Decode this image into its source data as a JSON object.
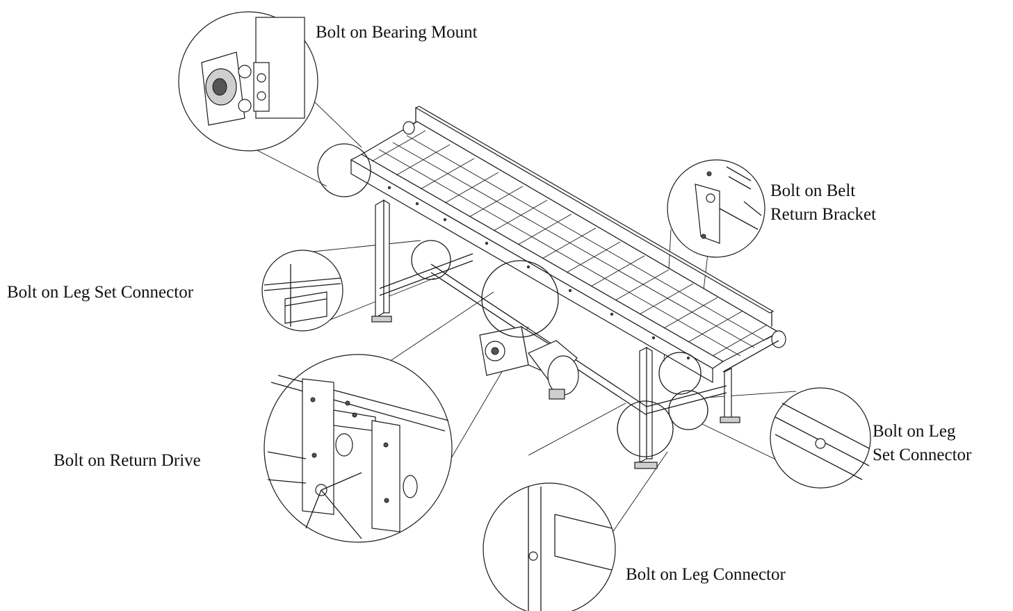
{
  "callouts": {
    "bearing_mount": "Bolt on Bearing Mount",
    "belt_return_line1": "Bolt on Belt",
    "belt_return_line2": "Return Bracket",
    "leg_set_connector_left": "Bolt on Leg Set Connector",
    "leg_set_connector_right_line1": "Bolt on Leg",
    "leg_set_connector_right_line2": "Set Connector",
    "return_drive": "Bolt on Return Drive",
    "leg_connector": "Bolt on Leg Connector"
  },
  "colors": {
    "line": "#1a1a1a",
    "background": "#ffffff",
    "text": "#111111"
  }
}
